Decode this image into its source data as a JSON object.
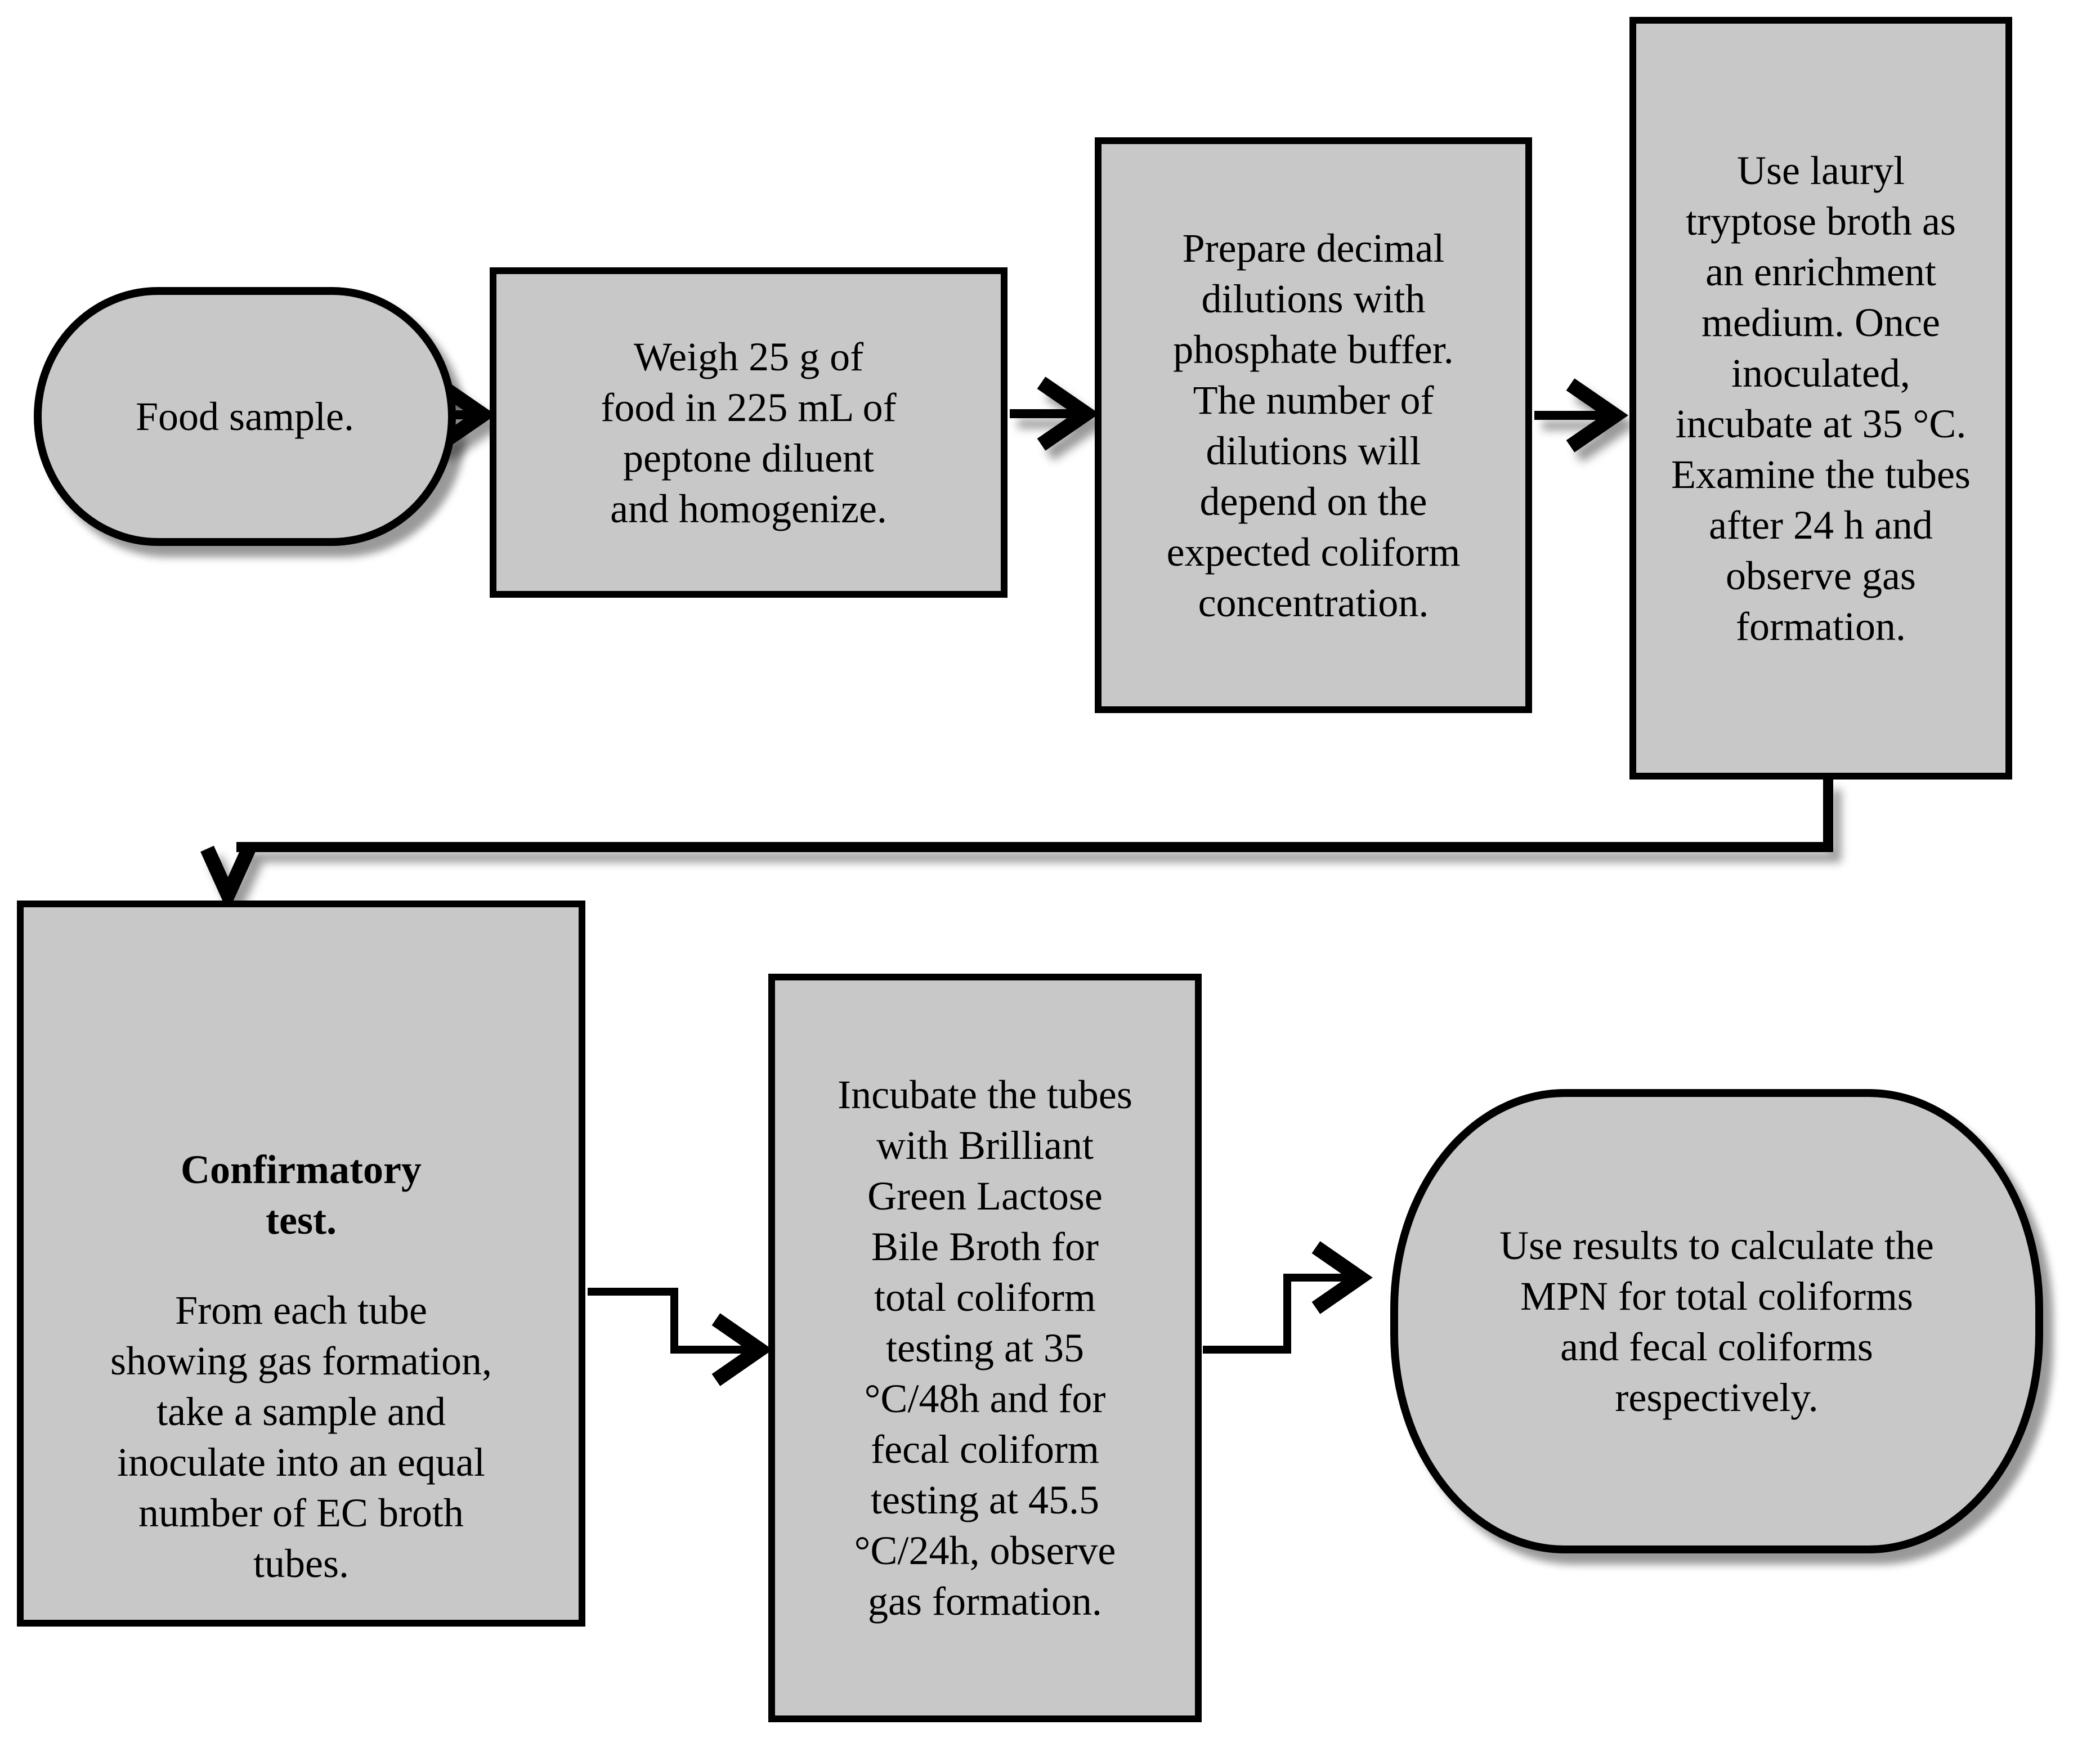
{
  "diagram": {
    "background_color": "#ffffff",
    "node_fill_color": "#c8c8c8",
    "node_border_color": "#000000",
    "text_color": "#000000",
    "nodes": [
      {
        "id": "food-sample",
        "shape": "stadium",
        "text": "Food sample."
      },
      {
        "id": "weigh",
        "shape": "rect",
        "text": "Weigh 25 g of\nfood in 225 mL of\npeptone diluent\nand homogenize."
      },
      {
        "id": "dilutions",
        "shape": "rect",
        "text": "Prepare decimal\ndilutions with\nphosphate buffer.\nThe number of\ndilutions will\ndepend on the\nexpected coliform\nconcentration."
      },
      {
        "id": "lauryl",
        "shape": "rect",
        "text": "Use lauryl\ntryptose broth as\nan enrichment\nmedium. Once\ninoculated,\nincubate at 35 °C.\nExamine the tubes\nafter 24 h and\nobserve gas\nformation."
      },
      {
        "id": "confirmatory",
        "shape": "rect",
        "heading": "Confirmatory\ntest.",
        "text": "From each tube\nshowing gas formation,\ntake a sample and\ninoculate into an equal\nnumber of EC broth\ntubes."
      },
      {
        "id": "bglb",
        "shape": "rect",
        "text": "Incubate the tubes\nwith Brilliant\nGreen Lactose\nBile Broth for\ntotal coliform\ntesting at 35\n°C/48h and for\nfecal coliform\ntesting at 45.5\n°C/24h, observe\ngas formation."
      },
      {
        "id": "mpn",
        "shape": "stadium",
        "text": "Use results to calculate the\nMPN for total coliforms\nand fecal coliforms\nrespectively."
      }
    ],
    "edges": [
      {
        "from": "food-sample",
        "to": "weigh",
        "type": "straight-arrow"
      },
      {
        "from": "weigh",
        "to": "dilutions",
        "type": "straight-arrow"
      },
      {
        "from": "dilutions",
        "to": "lauryl",
        "type": "straight-arrow"
      },
      {
        "from": "lauryl",
        "to": "confirmatory",
        "type": "elbow-arrow"
      },
      {
        "from": "confirmatory",
        "to": "bglb",
        "type": "step-arrow"
      },
      {
        "from": "bglb",
        "to": "mpn",
        "type": "step-arrow"
      }
    ]
  }
}
